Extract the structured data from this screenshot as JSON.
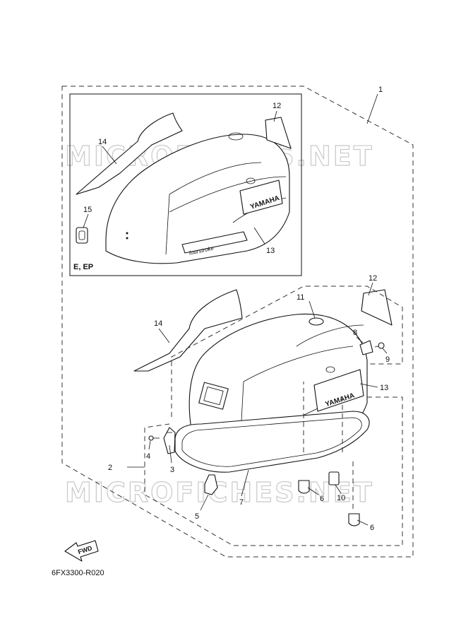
{
  "watermark": "MICROFICHES.NET",
  "variant_label": "E, EP",
  "diagram_code": "6FX3300-R020",
  "fwd_label": "FWD",
  "brand_text": "YAMAHA",
  "decal_text": "fourstroke",
  "callouts": {
    "c1": "1",
    "c2": "2",
    "c3": "3",
    "c4": "4",
    "c5": "5",
    "c6a": "6",
    "c6b": "6",
    "c7": "7",
    "c8": "8",
    "c9": "9",
    "c10": "10",
    "c11": "11",
    "c12a": "12",
    "c12b": "12",
    "c13a": "13",
    "c13b": "13",
    "c14a": "14",
    "c14b": "14",
    "c15": "15"
  }
}
